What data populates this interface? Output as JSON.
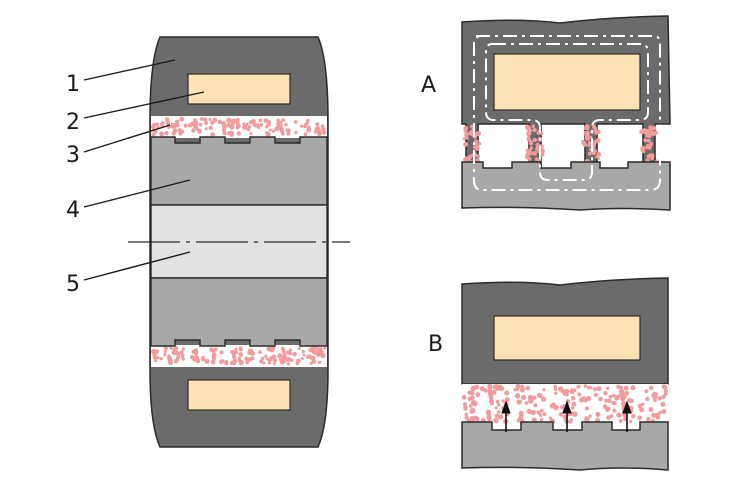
{
  "labels": {
    "callout_1": "1",
    "callout_2": "2",
    "callout_3": "3",
    "callout_4": "4",
    "callout_5": "5",
    "view_a": "A",
    "view_b": "B"
  },
  "colors": {
    "housing": "#6b6b6b",
    "insert": "#fde3b3",
    "gap_particles": "#f39a9a",
    "rotor": "#a8a8a8",
    "shaft": "#e2e2e2",
    "outline": "#2a2a2a",
    "flux_path": "#ffffff"
  }
}
